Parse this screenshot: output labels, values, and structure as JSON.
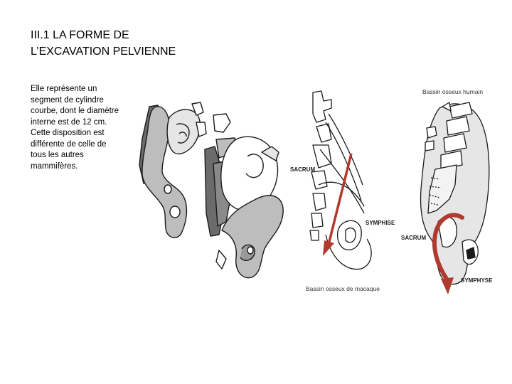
{
  "slide": {
    "title_lines": [
      "III.1 LA FORME DE",
      "L’EXCAVATION PELVIENNE"
    ],
    "body_paragraphs": [
      "Elle représente un segment de cylindre courbe, dont le diamètre interne est de 12 cm.",
      "Cette disposition est différente de celle de tous les autres mammifères."
    ]
  },
  "figures": {
    "animal_pelvis": {
      "sacrum_label": "SACRUM",
      "symphyse_label": "SYMPHISE",
      "caption": "Bassin osseux de macaque",
      "arrow_color": "#b03a2e"
    },
    "human_pelvis": {
      "caption": "Bassin osseux humain",
      "sacrum_label": "SACRUM",
      "symphyse_label": "SYMPHYSE",
      "arrow_color": "#b03a2e"
    }
  }
}
